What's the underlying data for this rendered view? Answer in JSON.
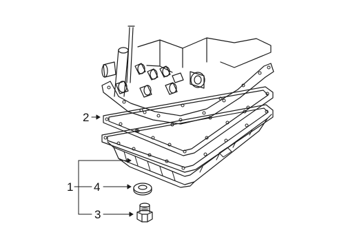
{
  "callouts": {
    "part_1": "1",
    "part_2": "2",
    "part_3": "3",
    "part_4": "4"
  },
  "colors": {
    "line": "#1a1a1a",
    "background": "#ffffff"
  },
  "parts": [
    {
      "callout": "1",
      "depicts": "transmission-oil-pan-icon"
    },
    {
      "callout": "2",
      "depicts": "pan-gasket-icon"
    },
    {
      "callout": "3",
      "depicts": "drain-plug-icon"
    },
    {
      "callout": "4",
      "depicts": "drain-plug-washer-icon"
    }
  ]
}
